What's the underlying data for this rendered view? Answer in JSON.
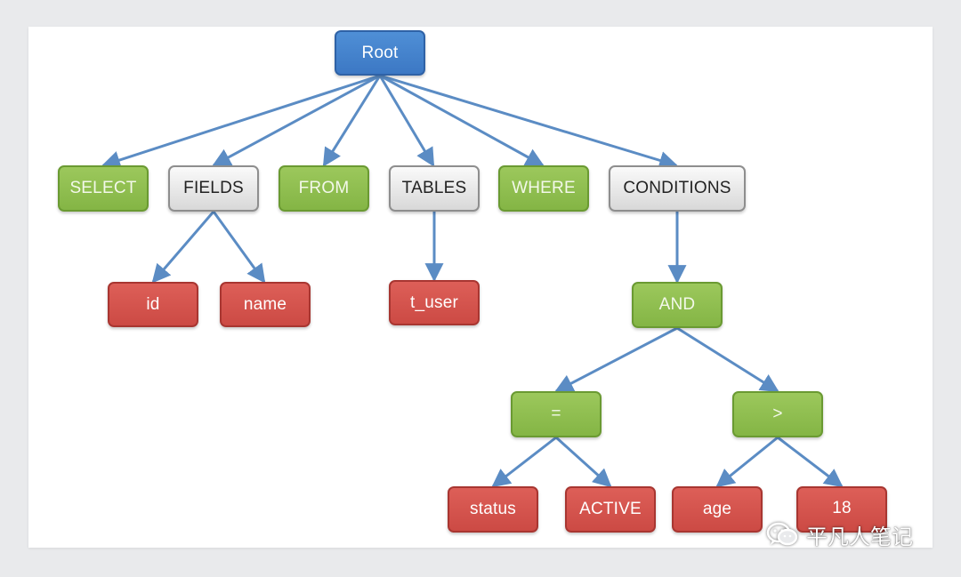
{
  "tree": {
    "root": "Root",
    "clauses": {
      "select": "SELECT",
      "fields": "FIELDS",
      "from": "FROM",
      "tables": "TABLES",
      "where": "WHERE",
      "conditions": "CONDITIONS"
    },
    "fields": [
      "id",
      "name"
    ],
    "tables": [
      "t_user"
    ],
    "conditions": {
      "and": "AND",
      "eq": {
        "op": "=",
        "left": "status",
        "right": "ACTIVE"
      },
      "gt": {
        "op": ">",
        "left": "age",
        "right": "18"
      }
    }
  },
  "colors": {
    "root": "#3c78c4",
    "clause_keyword": "#84b545",
    "clause_group": "#d8d8d8",
    "leaf": "#cc4a44",
    "operator": "#84b545",
    "edge": "#5b8cc4"
  },
  "watermark": {
    "icon": "wechat-icon",
    "text": "平凡人笔记"
  }
}
